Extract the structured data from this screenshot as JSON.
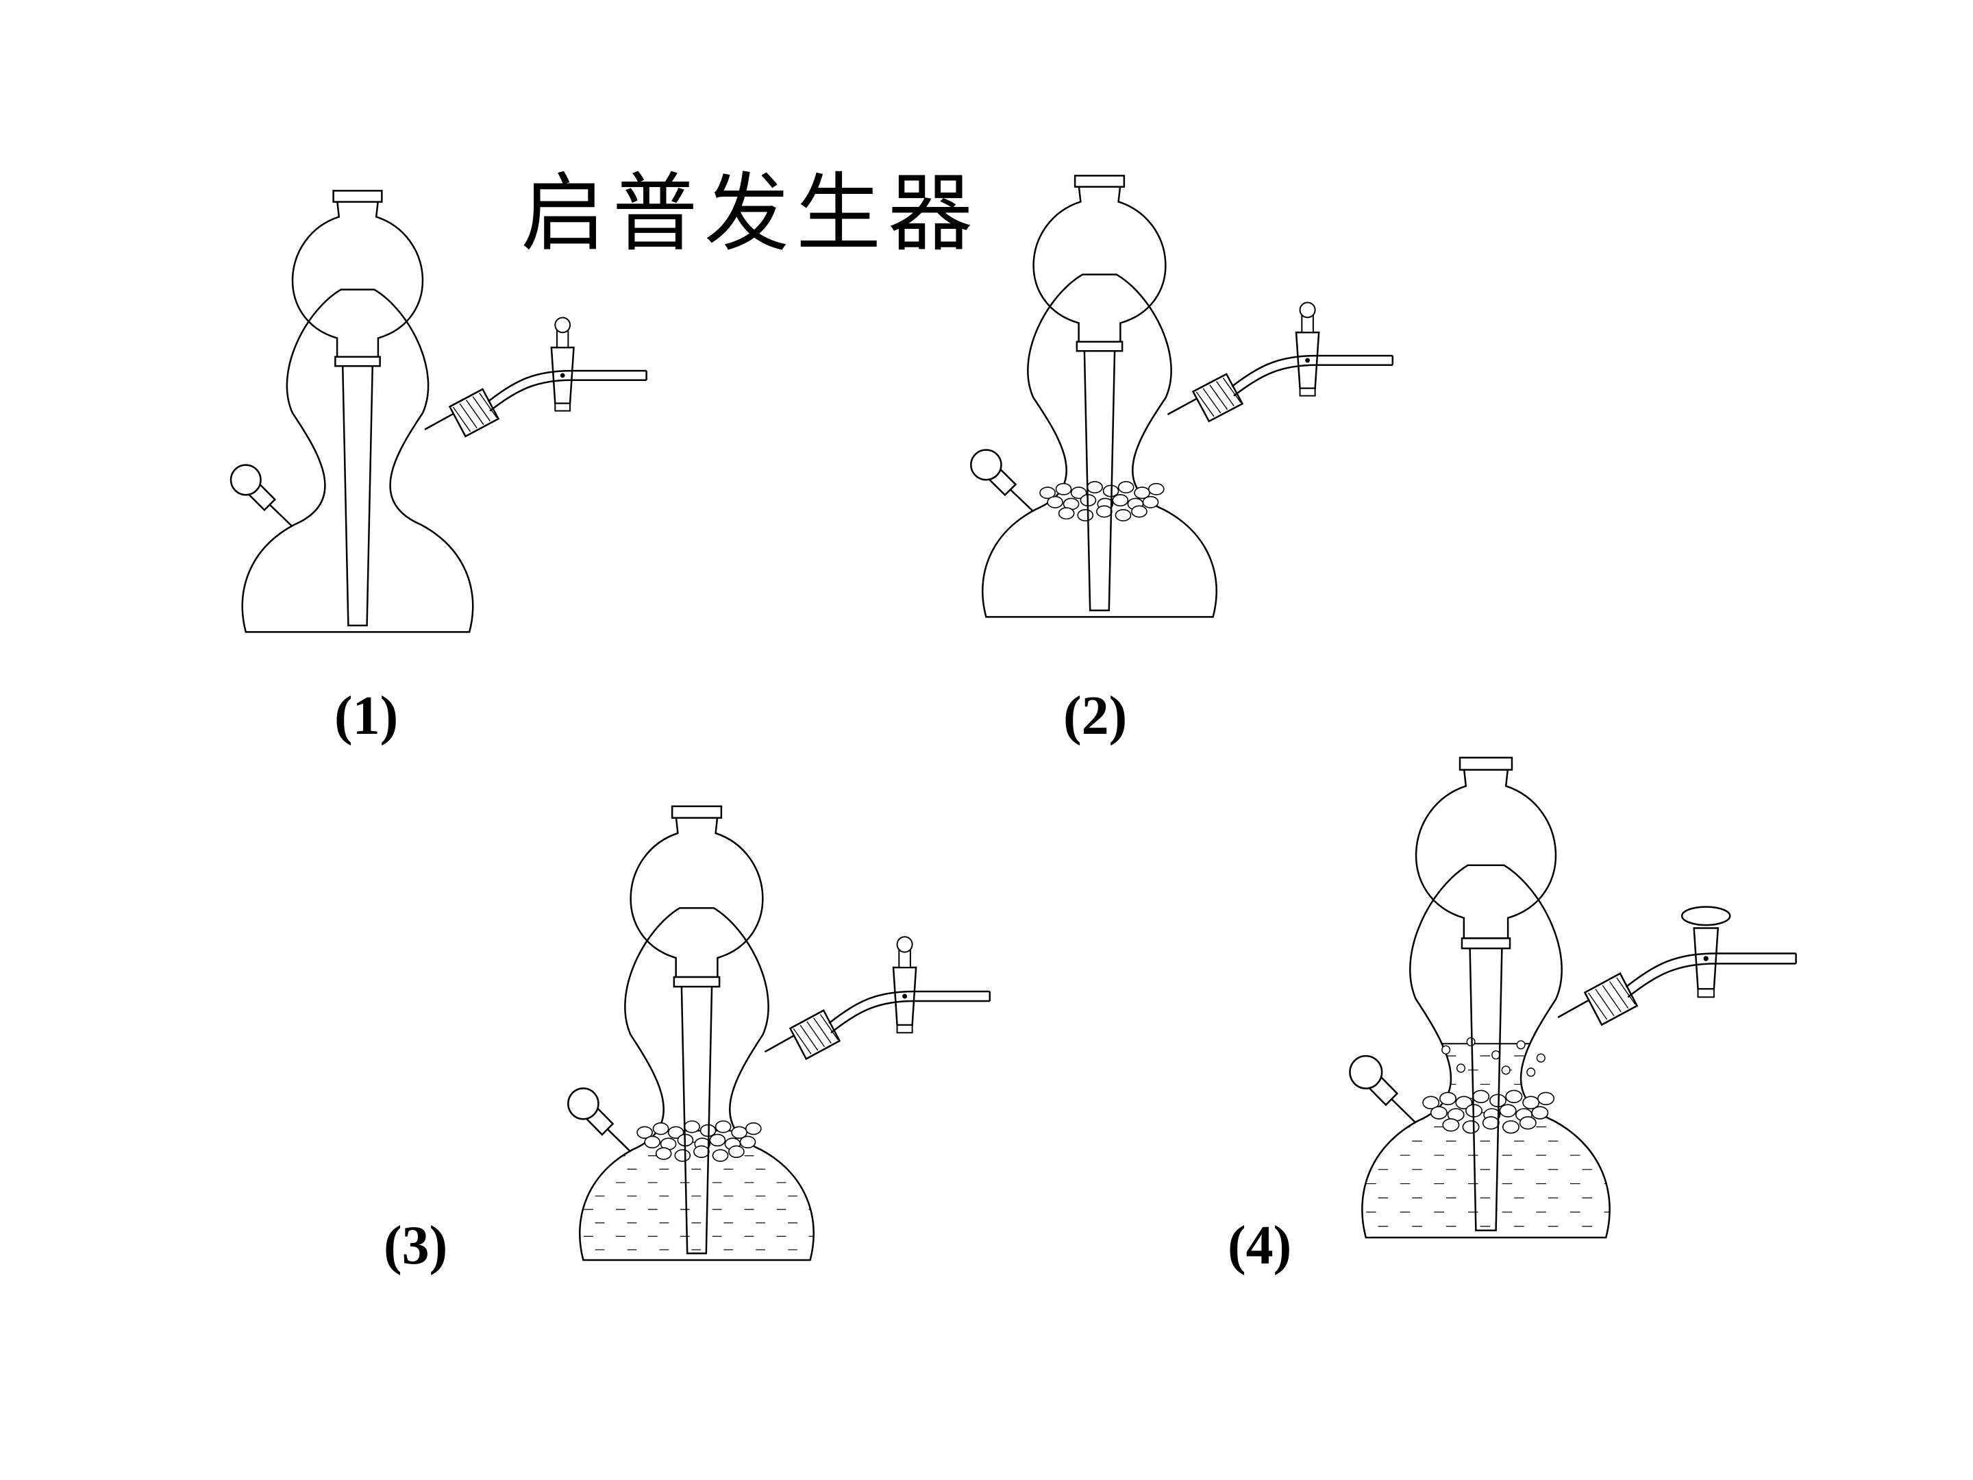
{
  "title": "启普发生器",
  "panels": [
    {
      "label": "(1)",
      "acid_level": 0,
      "solid": false,
      "tap": "open",
      "bubbles": false
    },
    {
      "label": "(2)",
      "acid_level": 0,
      "solid": true,
      "tap": "open",
      "bubbles": false
    },
    {
      "label": "(3)",
      "acid_level": 0.55,
      "solid": true,
      "tap": "open",
      "bubbles": false
    },
    {
      "label": "(4)",
      "acid_level": 0.78,
      "solid": true,
      "tap": "closed",
      "bubbles": true
    }
  ],
  "colors": {
    "ink": "#000000",
    "liquid": "#ffffff",
    "background": "#ffffff"
  }
}
